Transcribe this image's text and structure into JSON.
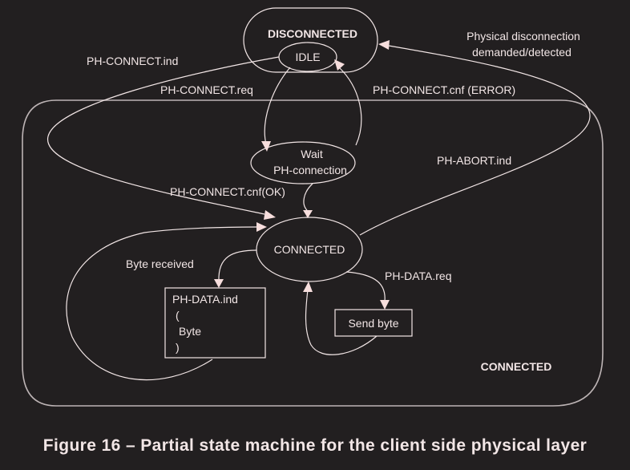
{
  "diagram": {
    "superstates": {
      "disconnected": "DISCONNECTED",
      "connected": "CONNECTED"
    },
    "states": {
      "idle": "IDLE",
      "wait_line1": "Wait",
      "wait_line2": "PH-connection",
      "connected": "CONNECTED",
      "ph_data_ind_lines": [
        "PH-DATA.ind",
        "(",
        "Byte",
        ")"
      ],
      "send_byte": "Send byte"
    },
    "transitions": {
      "ph_connect_ind": "PH-CONNECT.ind",
      "ph_connect_req": "PH-CONNECT.req",
      "ph_connect_cnf_error": "PH-CONNECT.cnf (ERROR)",
      "physical_disconnection_line1": "Physical disconnection",
      "physical_disconnection_line2": "demanded/detected",
      "ph_connect_cnf_ok": "PH-CONNECT.cnf(OK)",
      "ph_abort_ind": "PH-ABORT.ind",
      "byte_received": "Byte received",
      "ph_data_req": "PH-DATA.req"
    },
    "colors": {
      "background": "#221f20",
      "foreground": "#f2e6e6",
      "frame": "#bdb4b5"
    }
  },
  "caption": "Figure 16 – Partial state machine for the client side physical layer"
}
